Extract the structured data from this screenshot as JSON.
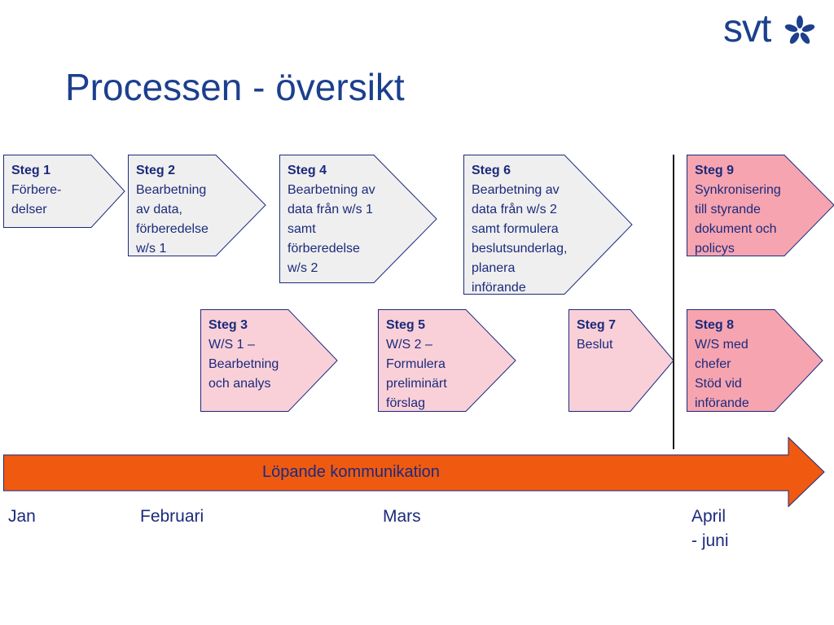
{
  "title": "Processen - översikt",
  "logo": {
    "text": "svt",
    "star_color": "#1c3f8e"
  },
  "colors": {
    "gray_fill": "#efefef",
    "pink_fill": "#f9d0d8",
    "red_fill": "#f6a4b0",
    "border": "#1c2a7c",
    "arrow": "#f05a10",
    "text": "#1c2a7c"
  },
  "steps": {
    "s1": {
      "head": "Steg 1",
      "body": "Förbere-\ndelser"
    },
    "s2": {
      "head": "Steg 2",
      "body": "Bearbetning\nav data,\nförberedelse\nw/s 1"
    },
    "s3": {
      "head": "Steg 3",
      "body": "W/S 1 –\nBearbetning\noch analys"
    },
    "s4": {
      "head": "Steg 4",
      "body": "Bearbetning av\ndata från w/s 1\nsamt\nförberedelse\nw/s 2"
    },
    "s5": {
      "head": "Steg 5",
      "body": "W/S 2 –\nFormulera\npreliminärt\nförslag"
    },
    "s6": {
      "head": "Steg 6",
      "body": "Bearbetning av\ndata från w/s 2\nsamt formulera\nbeslutsunderlag,\nplanera\ninförande"
    },
    "s7": {
      "head": "Steg 7",
      "body": "Beslut"
    },
    "s8": {
      "head": "Steg 8",
      "body": "W/S med\nchefer\nStöd vid\ninförande"
    },
    "s9": {
      "head": "Steg 9",
      "body": "Synkronisering\ntill styrande\ndokument och\npolicys"
    }
  },
  "communication": "Löpande kommunikation",
  "months": {
    "jan": "Jan",
    "feb": "Februari",
    "mar": "Mars",
    "apr": "April\n- juni"
  }
}
